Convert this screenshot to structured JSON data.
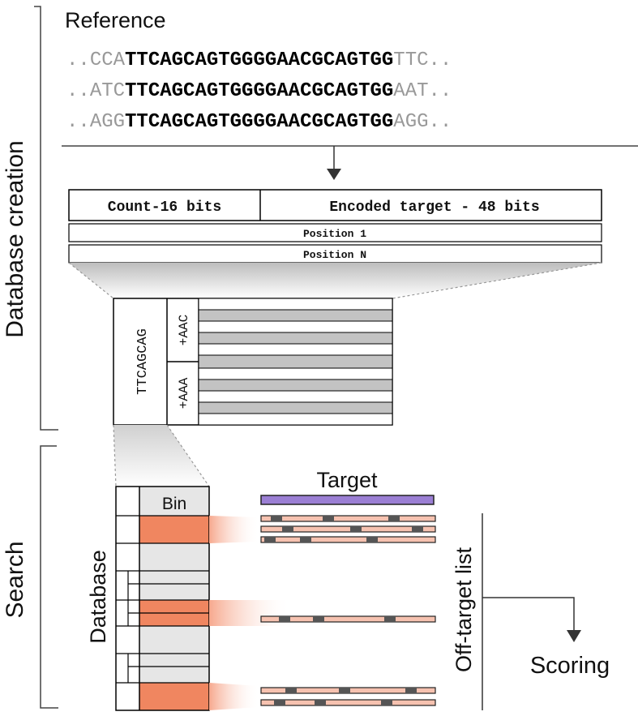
{
  "sections": {
    "database_creation": "Database creation",
    "search": "Search"
  },
  "reference": {
    "title": "Reference",
    "rows": [
      {
        "dots_left": "..",
        "flank_left": "CCA",
        "core": "TTCAGCAGTGGGGAACGCAGTGG",
        "flank_right": "TTC",
        "dots_right": ".."
      },
      {
        "dots_left": "..",
        "flank_left": "ATC",
        "core": "TTCAGCAGTGGGGAACGCAGTGG",
        "flank_right": "AAT",
        "dots_right": ".."
      },
      {
        "dots_left": "..",
        "flank_left": "AGG",
        "core": "TTCAGCAGTGGGGAACGCAGTGG",
        "flank_right": "AGG",
        "dots_right": ".."
      }
    ]
  },
  "record": {
    "count_field": "Count-16 bits",
    "target_field": "Encoded target - 48 bits",
    "position_first": "Position 1",
    "position_last": "Position N"
  },
  "index": {
    "prefix": "TTCAGCAG",
    "suffix_a": "+AAC",
    "suffix_b": "+AAA"
  },
  "search": {
    "bin_label": "Bin",
    "database_label": "Database",
    "target_label": "Target",
    "offtarget_label": "Off-target list",
    "scoring_label": "Scoring"
  },
  "colors": {
    "target_bar": "#9b7fd4",
    "bin_highlight": "#f08660",
    "bin_background": "#e6e6e6",
    "offtarget_bar": "#f6c2b0",
    "mismatch_mark": "#555555",
    "index_row_gray": "#c3c3c3",
    "flank_gray": "#999999"
  }
}
